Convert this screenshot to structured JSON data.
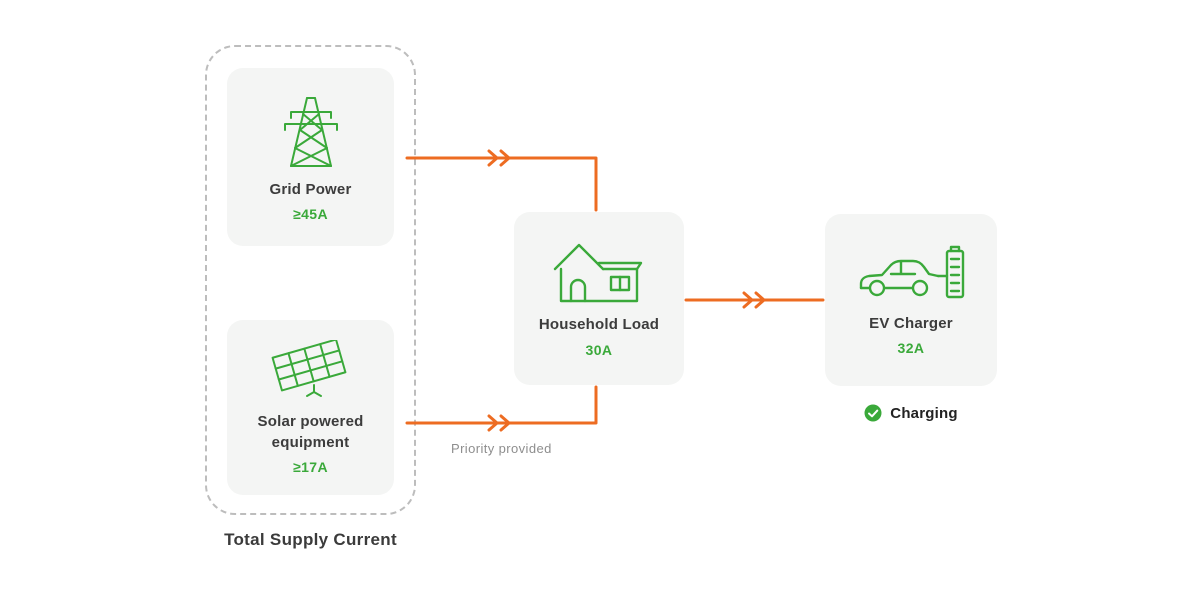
{
  "colors": {
    "green": "#3aa93a",
    "orange": "#ed6c22",
    "card_bg": "#f4f5f4",
    "text_dark": "#3c3c3c",
    "muted_gray": "#8e8e8e",
    "dash_border": "#bdbdbd"
  },
  "supply": {
    "group_label": "Total Supply Current",
    "grid": {
      "title": "Grid Power",
      "value": "≥45A",
      "icon": "transmission-tower-icon"
    },
    "solar": {
      "title": "Solar powered equipment",
      "value": "≥17A",
      "icon": "solar-panel-icon"
    }
  },
  "household": {
    "title": "Household Load",
    "value": "30A",
    "icon": "house-icon"
  },
  "ev": {
    "title": "EV Charger",
    "value": "32A",
    "icon": "ev-car-charger-icon",
    "status": {
      "label": "Charging",
      "icon": "check-circle-icon"
    }
  },
  "annotations": {
    "priority_note": "Priority provided"
  }
}
